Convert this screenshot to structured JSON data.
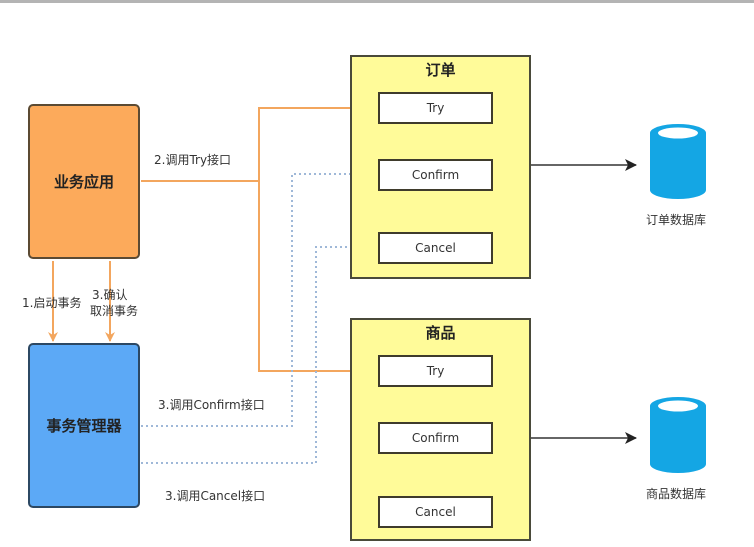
{
  "diagram": {
    "nodes": {
      "business_app": "业务应用",
      "transaction_manager": "事务管理器"
    },
    "services": [
      {
        "title": "订单",
        "operations": [
          "Try",
          "Confirm",
          "Cancel"
        ],
        "database": "订单数据库"
      },
      {
        "title": "商品",
        "operations": [
          "Try",
          "Confirm",
          "Cancel"
        ],
        "database": "商品数据库"
      }
    ],
    "edge_labels": {
      "start_tx": "1.启动事务",
      "confirm_cancel_tx_line1": "3.确认",
      "confirm_cancel_tx_line2": "取消事务",
      "call_try": "2.调用Try接口",
      "call_confirm": "3.调用Confirm接口",
      "call_cancel": "3.调用Cancel接口"
    },
    "colors": {
      "business_app": "#fcaa5b",
      "transaction_manager": "#5ca9f6",
      "service_bg": "#fffb99",
      "try_edge": "#f3a65e",
      "confirm_cancel_edge": "#9fb8d8",
      "database": "#14a6e4"
    }
  }
}
